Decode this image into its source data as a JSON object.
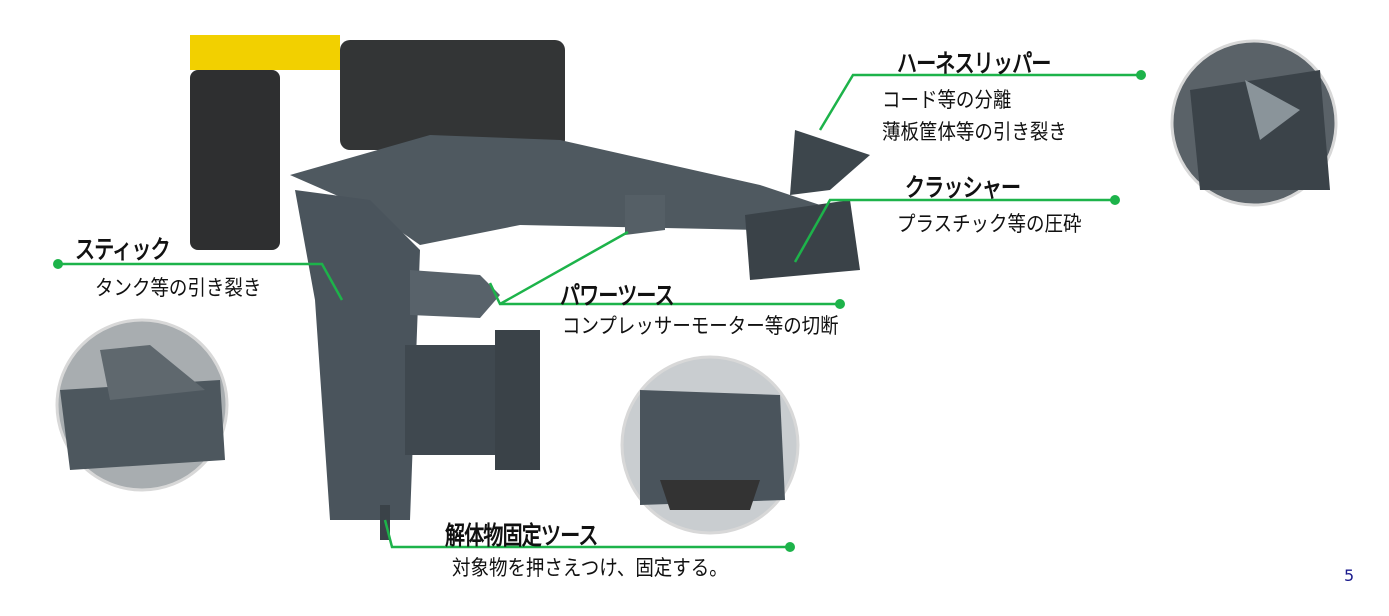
{
  "labels": {
    "harness_slipper": {
      "title": "ハーネスリッパー",
      "lines": [
        "コード等の分離",
        "薄板筐体等の引き裂き"
      ]
    },
    "crusher": {
      "title": "クラッシャー",
      "lines": [
        "プラスチック等の圧砕"
      ]
    },
    "stick": {
      "title": "スティック",
      "lines": [
        "タンク等の引き裂き"
      ]
    },
    "power_tooth": {
      "title": "パワーツース",
      "lines": [
        "コンプレッサーモーター等の切断"
      ]
    },
    "fixing_tooth": {
      "title": "解体物固定ツース",
      "lines": [
        "対象物を押さえつけ、固定する。"
      ]
    }
  },
  "page_number": "5",
  "colors": {
    "callout_line": "#1db34a",
    "machine": "#4a545c",
    "body": "#f2d000",
    "page_number": "#1a1a8c"
  }
}
